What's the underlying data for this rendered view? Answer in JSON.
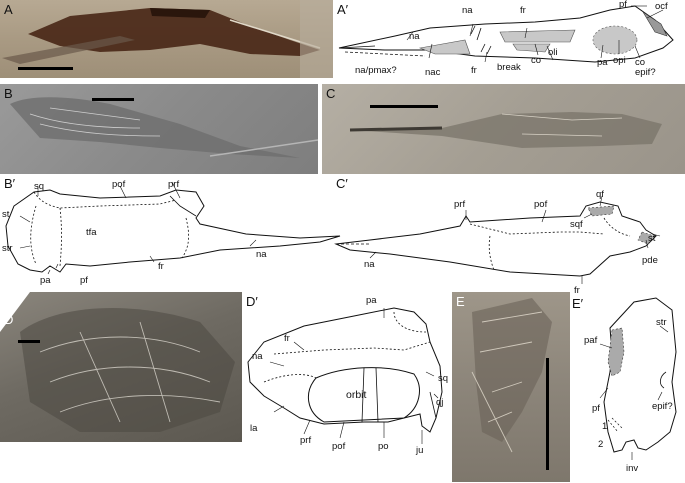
{
  "panels": {
    "A": "A",
    "A_prime": "A′",
    "B": "B",
    "B_prime": "B′",
    "C": "C",
    "C_prime": "C′",
    "D": "D",
    "D_prime": "D′",
    "E": "E",
    "E_prime": "E′"
  },
  "labels_A_prime": {
    "na_top": "na",
    "fr_top": "fr",
    "pf": "pf",
    "ocf": "ocf",
    "na_left": "na",
    "na_pmax": "na/pmax?",
    "nac": "nac",
    "fr_bottom": "fr",
    "break": "break",
    "co1": "co",
    "oli": "oli",
    "pa": "pa",
    "opi": "opi",
    "co2": "co",
    "epif": "epif?"
  },
  "labels_B_prime": {
    "sq": "sq",
    "pof": "pof",
    "prf": "prf",
    "st": "st",
    "tfa": "tfa",
    "str": "str",
    "pa": "pa",
    "pf": "pf",
    "fr": "fr",
    "na": "na"
  },
  "labels_C_prime": {
    "prf": "prf",
    "pof": "pof",
    "qf": "qf",
    "sqf": "sqf",
    "st": "st",
    "pde": "pde",
    "na": "na",
    "fr": "fr"
  },
  "labels_D_prime": {
    "pa": "pa",
    "fr": "fr",
    "na": "na",
    "sq": "sq",
    "orbit": "orbit",
    "qj": "qj",
    "la": "la",
    "prf": "prf",
    "pof": "pof",
    "po": "po",
    "ju": "ju"
  },
  "labels_E_prime": {
    "paf": "paf",
    "str": "str",
    "pf": "pf",
    "epif": "epif?",
    "n1": "1",
    "n2": "2",
    "inv": "inv"
  }
}
